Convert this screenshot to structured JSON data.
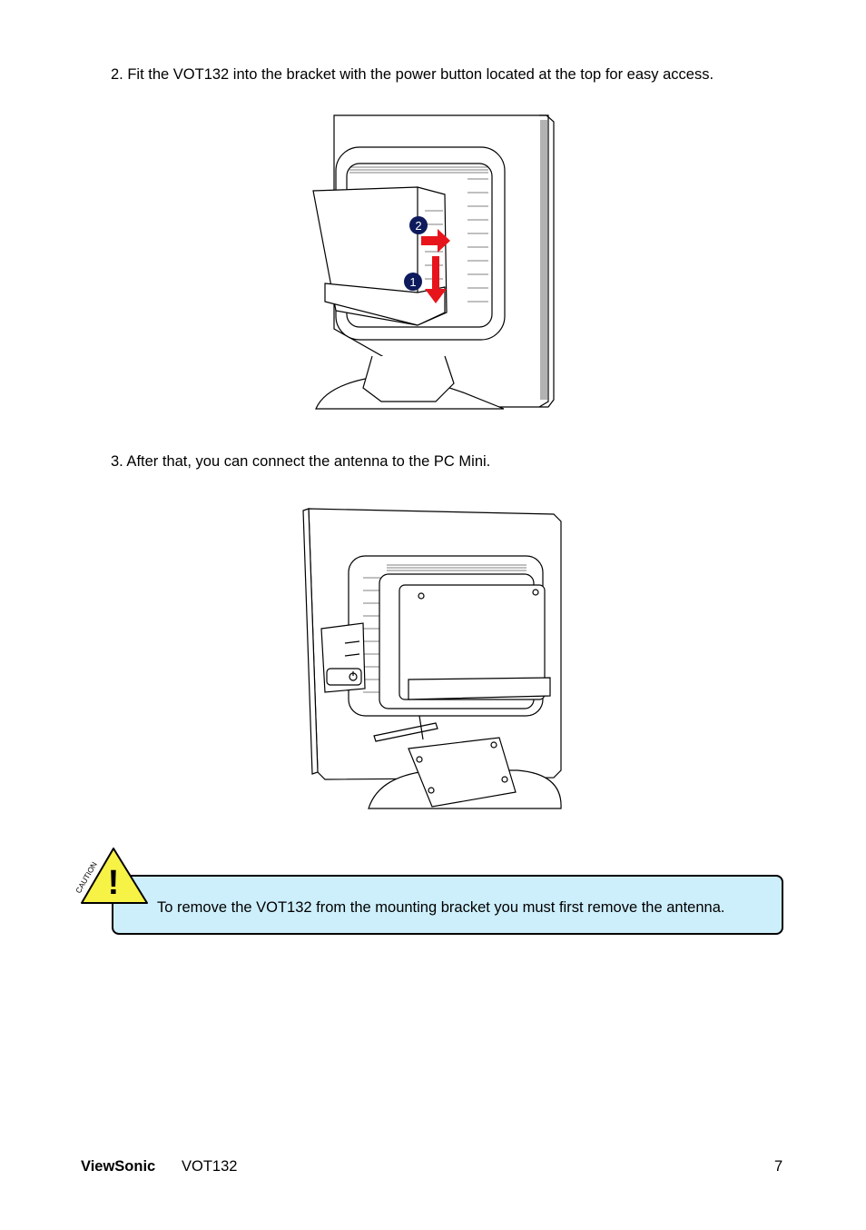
{
  "steps": {
    "step2": "2. Fit the VOT132 into the bracket with the power button located at the top for easy access.",
    "step3": "3. After that, you can connect the antenna to the PC Mini."
  },
  "figure1": {
    "callout_1": "1",
    "callout_2": "2",
    "arrow_color": "#e8141b",
    "callout_color": "#0d1a5c"
  },
  "caution": {
    "icon_label": "CAUTION",
    "symbol": "!",
    "text": "To remove the VOT132 from the mounting bracket you must first remove the antenna.",
    "box_color": "#cdeefb",
    "icon_color": "#f7f246"
  },
  "footer": {
    "brand": "ViewSonic",
    "model": "VOT132",
    "page_number": "7"
  }
}
